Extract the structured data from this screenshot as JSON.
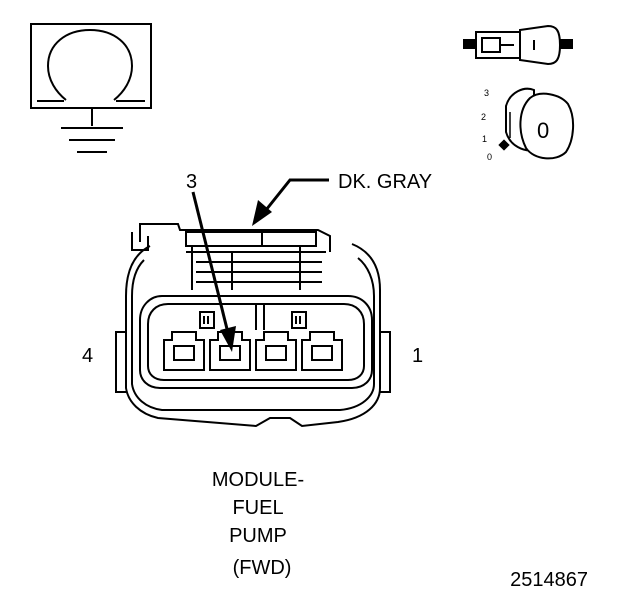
{
  "connector": {
    "color_label": "DK. GRAY",
    "callout_pin": "3",
    "pin_left": "4",
    "pin_right": "1",
    "name_lines": [
      "MODULE-",
      "FUEL",
      "PUMP",
      "(FWD)"
    ]
  },
  "key_switch": {
    "positions": [
      "3",
      "2",
      "1",
      "0"
    ],
    "key_label": "0"
  },
  "figure_number": "2514867",
  "icons": {
    "top_left": "ohmmeter-ground-icon",
    "top_right_1": "connector-mating-icon",
    "top_right_2": "ignition-key-off-icon"
  },
  "colors": {
    "line": "#000000",
    "background": "#ffffff"
  }
}
